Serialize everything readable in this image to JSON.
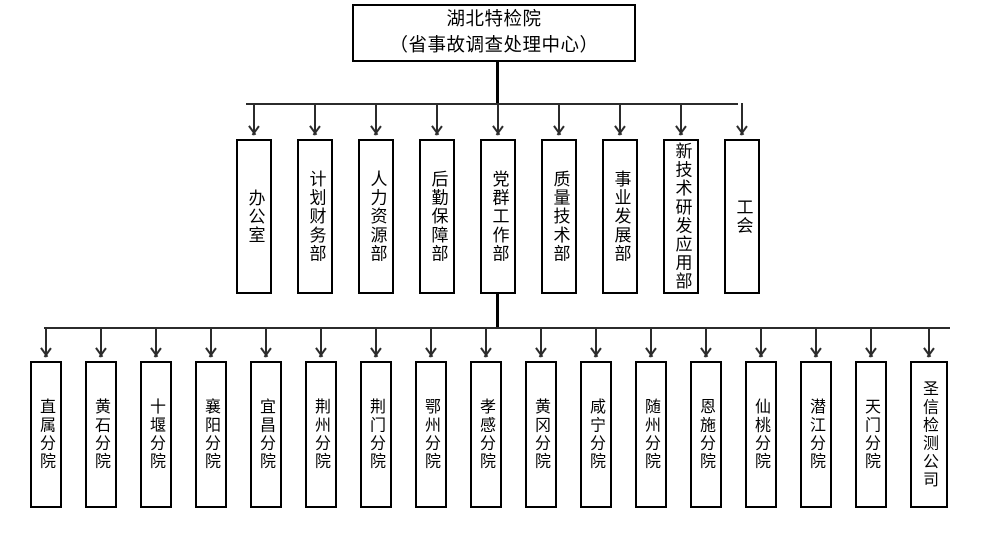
{
  "diagram": {
    "title_text": "湖北特检院\n（省事故调查处理中心）",
    "colors": {
      "box_border": "#000000",
      "box_fill": "#ffffff",
      "connector": "#2b2b2b",
      "background": "#ffffff"
    },
    "root": {
      "label": "湖北特检院\n（省事故调查处理中心）",
      "name": "湖北特检院",
      "subtitle": "（省事故调查处理中心）"
    },
    "departments": [
      {
        "label": "办公室"
      },
      {
        "label": "计划财务部"
      },
      {
        "label": "人力资源部"
      },
      {
        "label": "后勤保障部"
      },
      {
        "label": "党群工作部"
      },
      {
        "label": "质量技术部"
      },
      {
        "label": "事业发展部"
      },
      {
        "label": "新技术研发应用部"
      },
      {
        "label": "工会"
      }
    ],
    "branches": [
      {
        "label": "直属分院"
      },
      {
        "label": "黄石分院"
      },
      {
        "label": "十堰分院"
      },
      {
        "label": "襄阳分院"
      },
      {
        "label": "宜昌分院"
      },
      {
        "label": "荆州分院"
      },
      {
        "label": "荆门分院"
      },
      {
        "label": "鄂州分院"
      },
      {
        "label": "孝感分院"
      },
      {
        "label": "黄冈分院"
      },
      {
        "label": "咸宁分院"
      },
      {
        "label": "随州分院"
      },
      {
        "label": "恩施分院"
      },
      {
        "label": "仙桃分院"
      },
      {
        "label": "潜江分院"
      },
      {
        "label": "天门分院"
      },
      {
        "label": "圣信检测公司"
      }
    ]
  }
}
